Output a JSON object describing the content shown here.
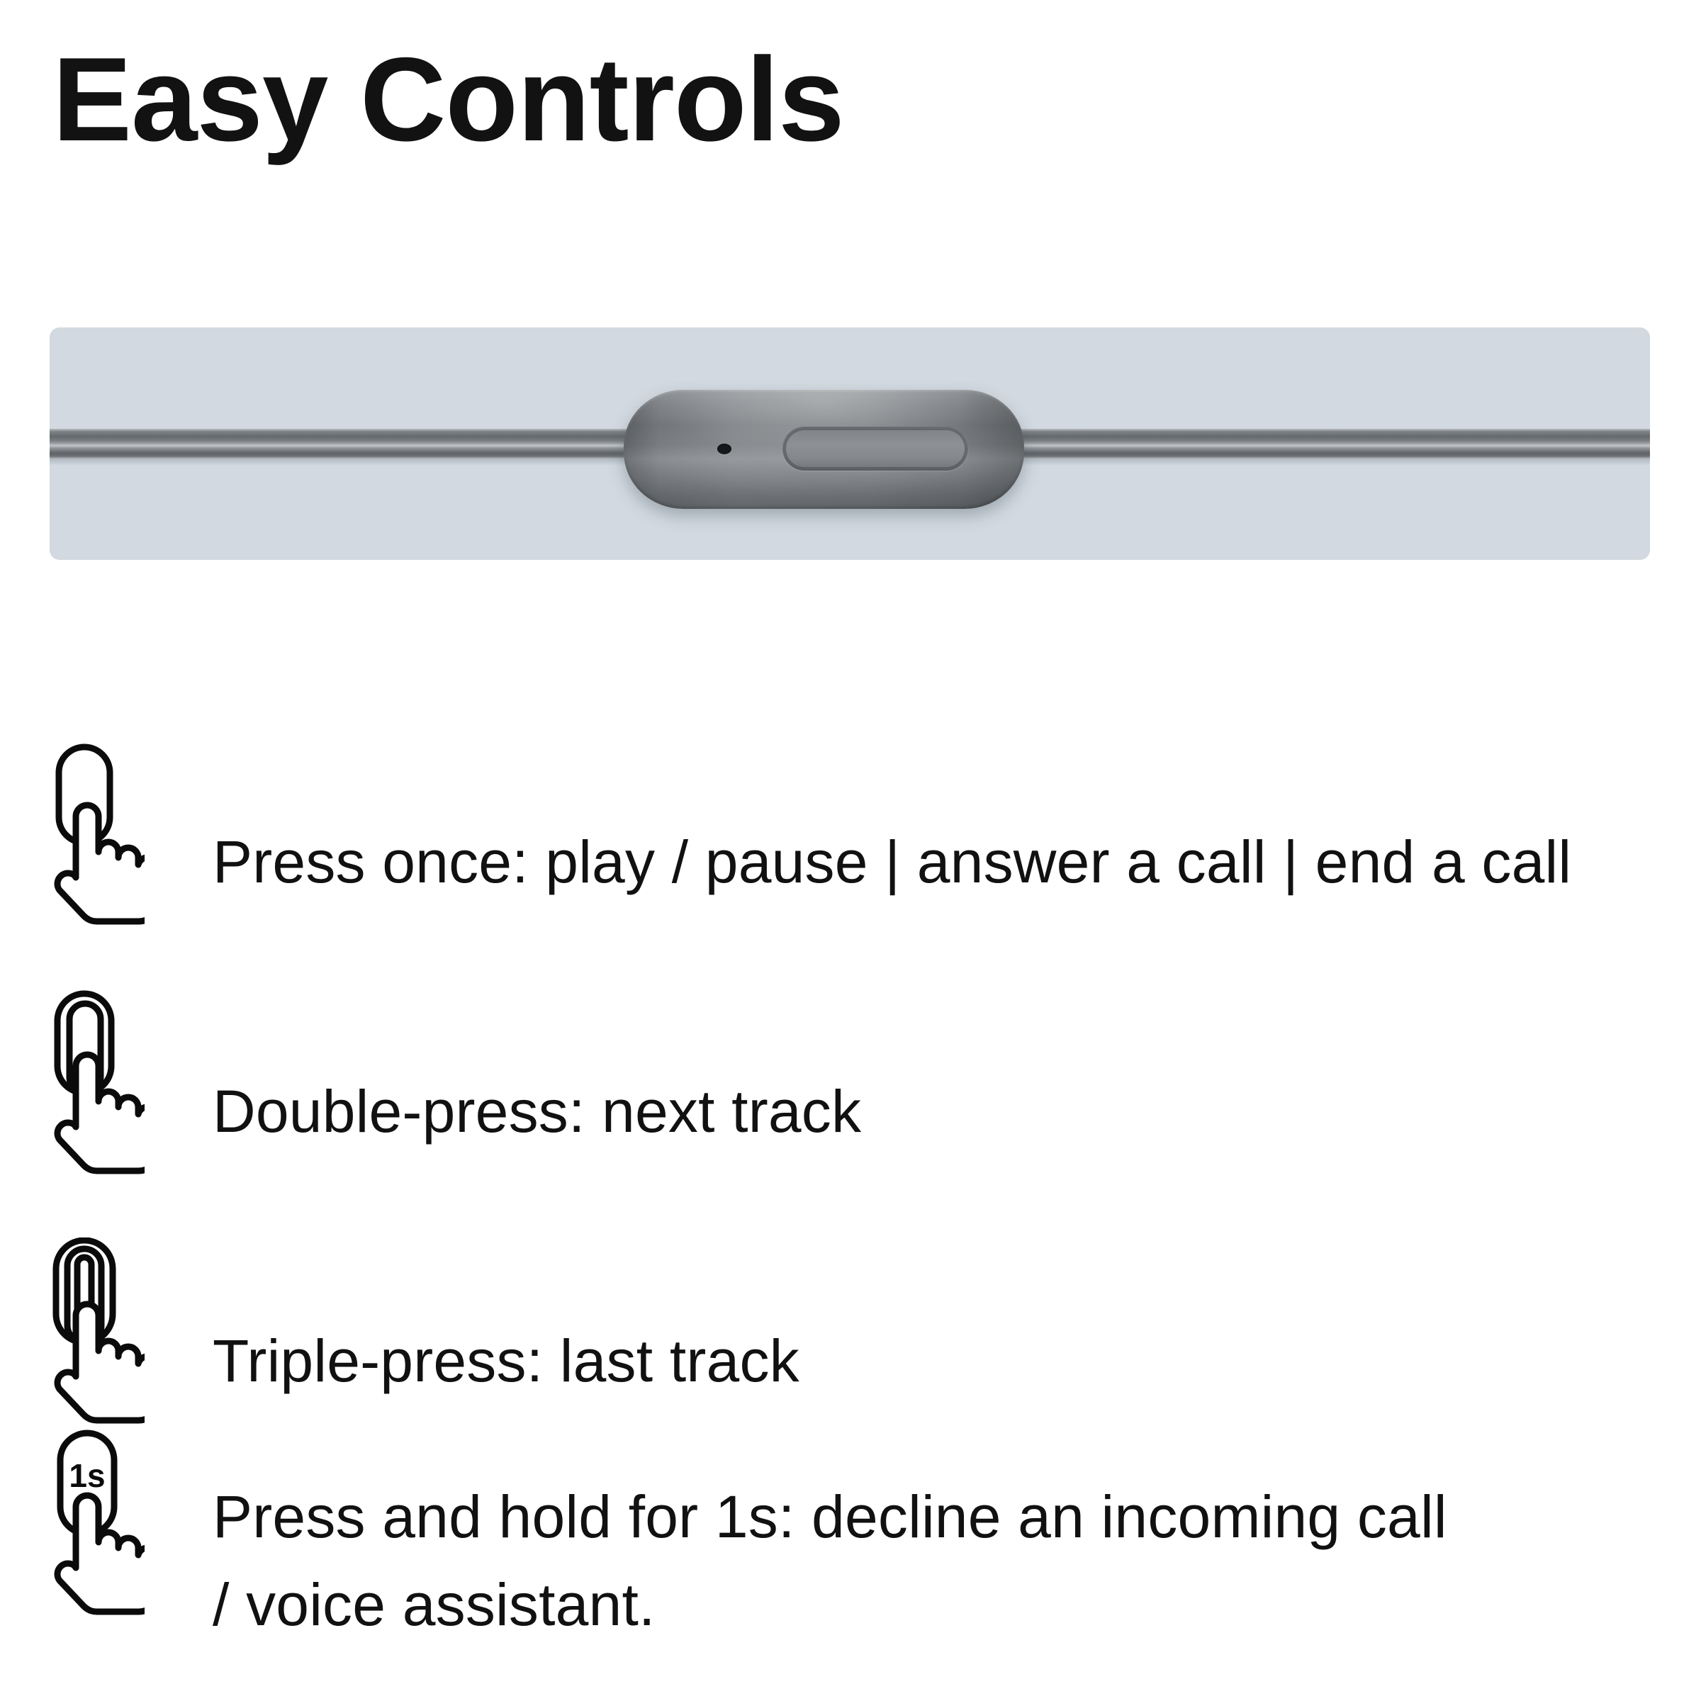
{
  "page": {
    "title": "Easy Controls",
    "background_color": "#ffffff",
    "text_color": "#111111"
  },
  "hero": {
    "name": "inline-remote-product-photo",
    "panel_color": "#d2d9e0",
    "device_color": "#7a7e82",
    "cable_color": "#6e7276",
    "parts": {
      "cable": "earphone-cable",
      "module": "inline-remote-module",
      "microphone": "microphone-hole",
      "button": "multifunction-button"
    }
  },
  "instructions": [
    {
      "icon": "hand-press-once-icon",
      "press_count": 1,
      "badge": "",
      "lines": [
        "Press once: play / pause | answer a call | end a call"
      ]
    },
    {
      "icon": "hand-double-press-icon",
      "press_count": 2,
      "badge": "",
      "lines": [
        "Double-press: next track"
      ]
    },
    {
      "icon": "hand-triple-press-icon",
      "press_count": 3,
      "badge": "",
      "lines": [
        "Triple-press: last track"
      ]
    },
    {
      "icon": "hand-press-hold-icon",
      "press_count": 1,
      "badge": "1s",
      "lines": [
        "Press and hold for 1s: decline an incoming call",
        "/ voice assistant."
      ]
    }
  ]
}
